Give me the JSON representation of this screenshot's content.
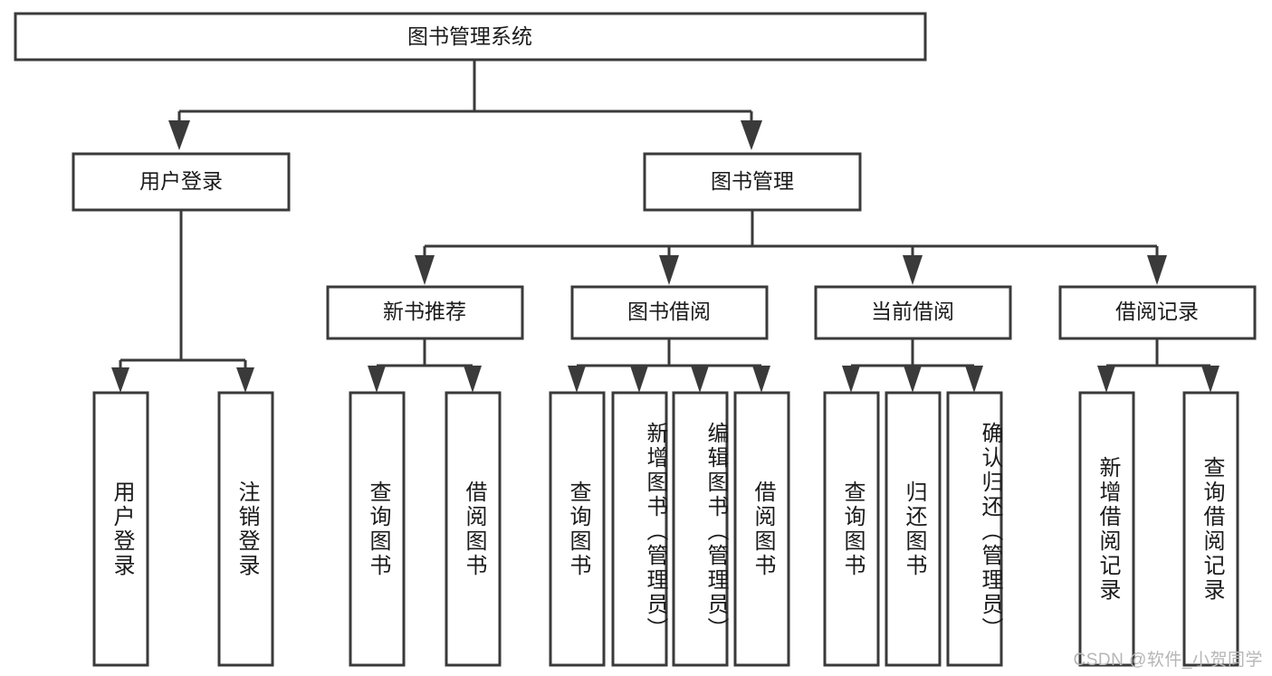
{
  "diagram": {
    "title": "图书管理系统",
    "type": "tree-hierarchy",
    "root": {
      "label": "图书管理系统"
    },
    "level1": [
      {
        "label": "用户登录"
      },
      {
        "label": "图书管理"
      }
    ],
    "level2": [
      {
        "label": "新书推荐"
      },
      {
        "label": "图书借阅"
      },
      {
        "label": "当前借阅"
      },
      {
        "label": "借阅记录"
      }
    ],
    "leaves": {
      "user_login": [
        {
          "label": "用户登录"
        },
        {
          "label": "注销登录"
        }
      ],
      "new_book_recommend": [
        {
          "label": "查询图书"
        },
        {
          "label": "借阅图书"
        }
      ],
      "book_borrow": [
        {
          "label": "查询图书"
        },
        {
          "label": "新增图书（管理员）"
        },
        {
          "label": "编辑图书（管理员）"
        },
        {
          "label": "借阅图书"
        }
      ],
      "current_borrow": [
        {
          "label": "查询图书"
        },
        {
          "label": "归还图书"
        },
        {
          "label": "确认归还（管理员）"
        }
      ],
      "borrow_record": [
        {
          "label": "新增借阅记录"
        },
        {
          "label": "查询借阅记录"
        }
      ]
    }
  },
  "watermark": {
    "text": "CSDN @软件_小贺同学"
  },
  "colors": {
    "background": "#ffffff",
    "box_fill": "#ffffff",
    "box_stroke": "#3a3a3a",
    "text": "#1a1a1a",
    "watermark": "#b6b6b6"
  }
}
